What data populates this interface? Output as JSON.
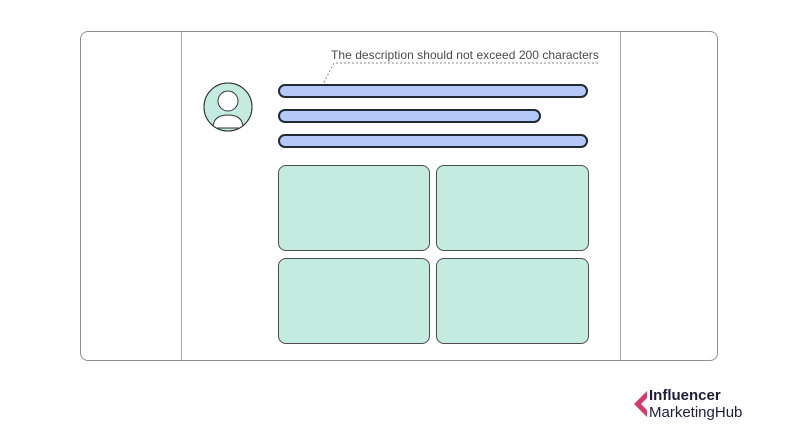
{
  "annotation": {
    "text": "The description should not exceed 200 characters"
  },
  "brand": {
    "line1": "Influencer",
    "line2": "MarketingHub",
    "mark_color": "#d23b6b",
    "text_color": "#1d1d3a"
  },
  "colors": {
    "bar_fill": "#b5c9f8",
    "tile_fill": "#c3ebdf",
    "avatar_fill": "#c3ebdf"
  },
  "icons": {
    "avatar": "user-avatar-icon"
  }
}
